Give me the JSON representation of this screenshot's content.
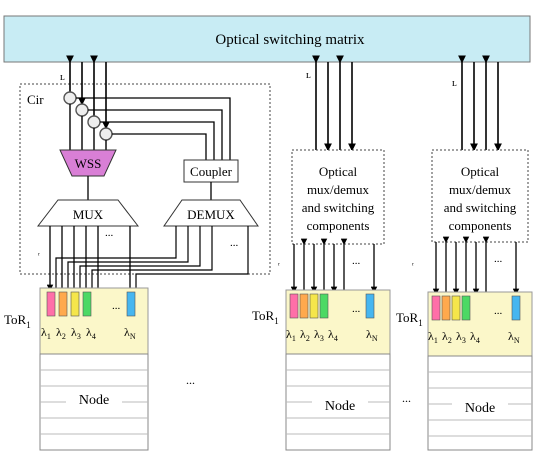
{
  "matrix": {
    "label": "Optical switching matrix",
    "color": "#c8ecf4"
  },
  "left_block": {
    "cir_label": "Cir",
    "wss_label": "WSS",
    "wss_color": "#d97fd6",
    "coupler_label": "Coupler",
    "mux_label": "MUX",
    "demux_label": "DEMUX",
    "ellipsis": "...",
    "tor_label": "ToR",
    "tor_sub": "1"
  },
  "mid_block": {
    "box_lines": [
      "Optical",
      "mux/demux",
      "and switching",
      "components"
    ],
    "tor_label": "ToR",
    "tor_sub": "1"
  },
  "right_block": {
    "box_lines": [
      "Optical",
      "mux/demux",
      "and switching",
      "components"
    ],
    "tor_label": "ToR",
    "tor_sub": "1"
  },
  "wavelengths": [
    "λ1",
    "λ2",
    "λ3",
    "λ4",
    "λN"
  ],
  "wavelength_colors": [
    "#ff6fa8",
    "#ffa94d",
    "#f5e64a",
    "#4cd964",
    "#46b6f0"
  ],
  "node_label": "Node",
  "between_ellipsis": "...",
  "tor_color": "#fbf7c9"
}
